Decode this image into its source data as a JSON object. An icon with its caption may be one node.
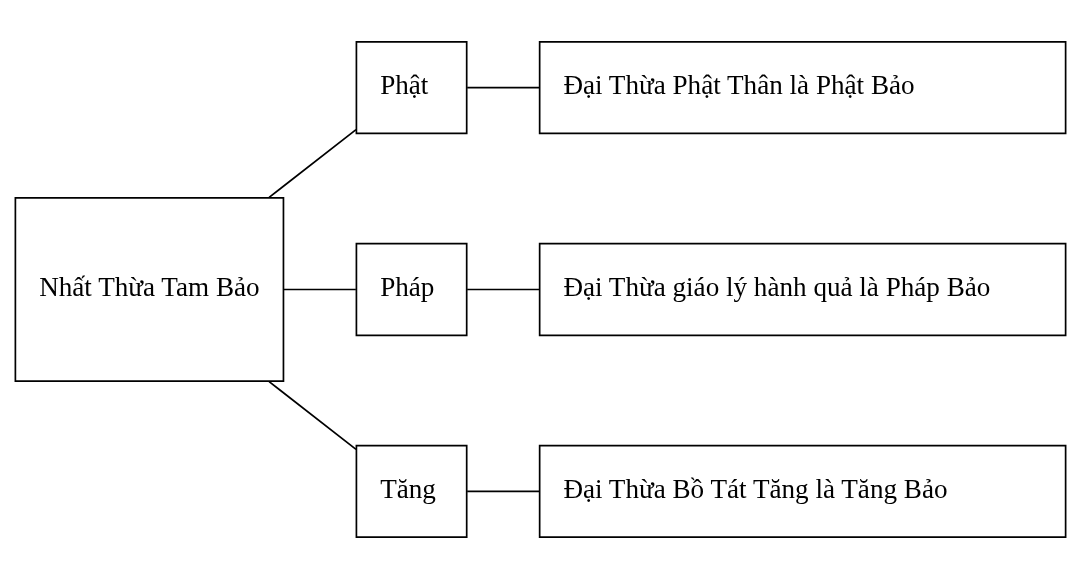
{
  "diagram": {
    "nodes": [
      {
        "text": [
          "Nhất Thừa Tam Bảo"
        ]
      },
      {
        "text": [
          "Phật"
        ]
      },
      {
        "text": [
          "Đại Thừa Phật Thân là Phật Bảo"
        ]
      },
      {
        "text": [
          "Pháp"
        ]
      },
      {
        "text": [
          "Đại Thừa giáo lý hành quả là Pháp Bảo"
        ]
      },
      {
        "text": [
          "Tăng"
        ]
      },
      {
        "text": [
          "Đại Thừa Bồ Tát Tăng là Tăng Bảo"
        ]
      }
    ],
    "edges": [
      {
        "from": 0,
        "to": 1,
        "arrow": "none"
      },
      {
        "from": 1,
        "to": 2,
        "arrow": "none"
      },
      {
        "from": 0,
        "to": 3,
        "arrow": "none"
      },
      {
        "from": 3,
        "to": 4,
        "arrow": "none"
      },
      {
        "from": 0,
        "to": 5,
        "arrow": "none"
      },
      {
        "from": 5,
        "to": 6,
        "arrow": "none"
      }
    ]
  }
}
